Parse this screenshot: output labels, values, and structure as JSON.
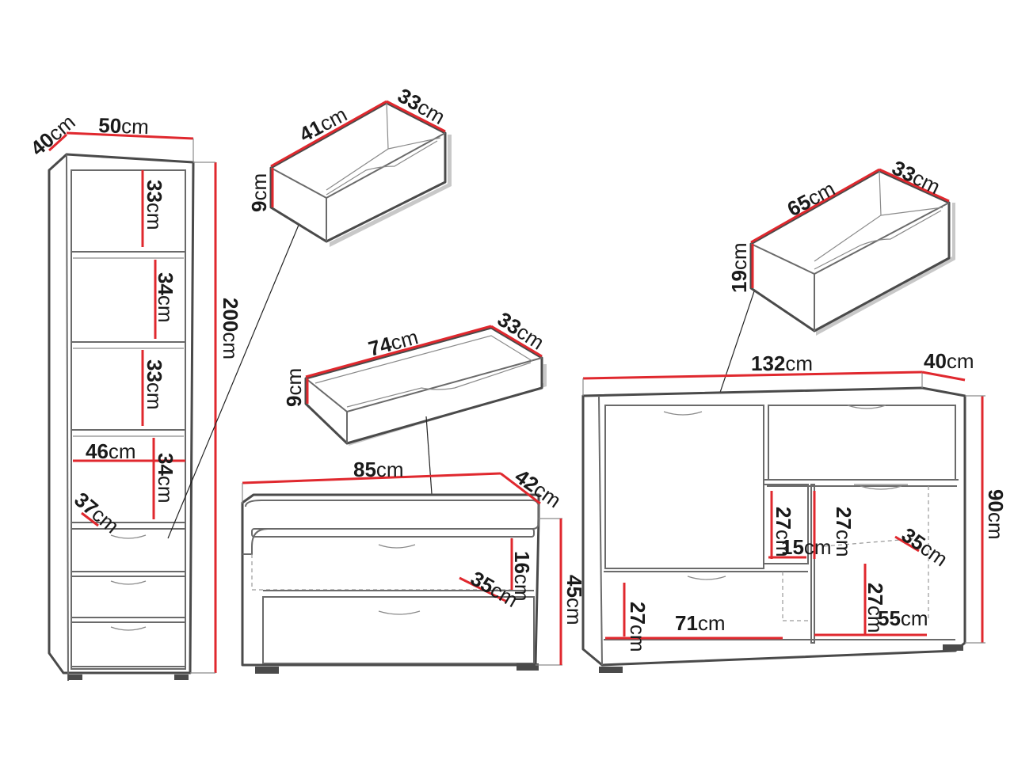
{
  "unit": "cm",
  "bookcase": {
    "depth": "40",
    "width": "50",
    "height": "200",
    "shelf_1": "33",
    "shelf_2": "34",
    "shelf_3": "33",
    "shelf_4": "34",
    "inner_width": "46",
    "inner_depth": "37"
  },
  "small_drawer": {
    "width": "41",
    "depth": "33",
    "height": "9"
  },
  "bench_drawer": {
    "width": "74",
    "depth": "33",
    "height": "9"
  },
  "bench": {
    "width": "85",
    "depth": "42",
    "height": "45",
    "cavity_height": "16",
    "cavity_depth": "35"
  },
  "large_drawer": {
    "width": "65",
    "depth": "33",
    "height": "19"
  },
  "sideboard": {
    "width": "132",
    "depth": "40",
    "height": "90",
    "niche_height_left": "27",
    "niche_height_right": "27",
    "niche_width": "15",
    "niche_depth": "35",
    "bottom_height_left": "27",
    "bottom_width_left": "71",
    "bottom_height_right": "27",
    "bottom_width_right": "55"
  }
}
